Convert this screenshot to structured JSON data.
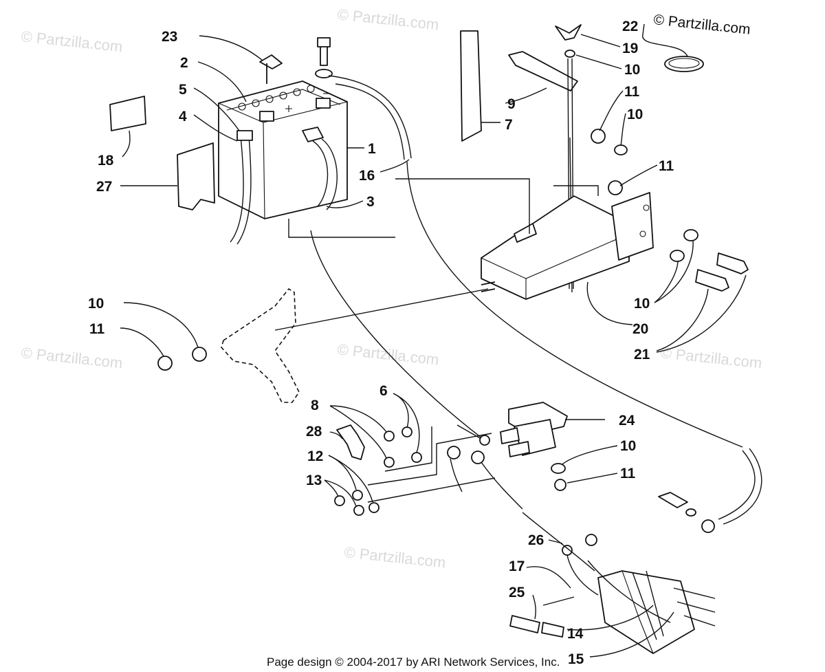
{
  "watermarks": [
    "© Partzilla.com",
    "© Partzilla.com",
    "© Partzilla.com",
    "© Partzilla.com",
    "© Partzilla.com",
    "© Partzilla.com"
  ],
  "copyright": "© Partzilla.com",
  "footer": "Page design © 2004-2017 by ARI Network Services, Inc.",
  "callouts": [
    "23",
    "2",
    "5",
    "4",
    "18",
    "27",
    "1",
    "16",
    "3",
    "7",
    "9",
    "19",
    "10",
    "11",
    "10",
    "22",
    "11",
    "10",
    "20",
    "21",
    "10",
    "11",
    "24",
    "6",
    "8",
    "28",
    "12",
    "13",
    "10",
    "11",
    "26",
    "17",
    "25",
    "14",
    "15"
  ]
}
